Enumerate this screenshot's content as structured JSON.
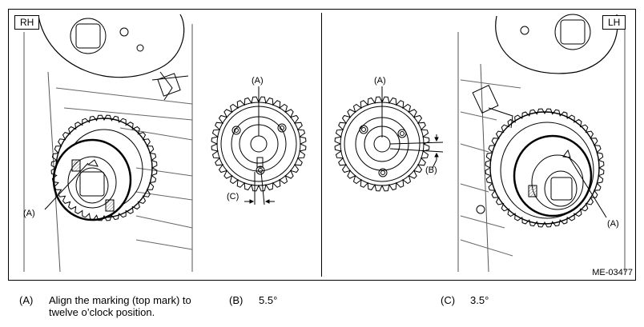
{
  "panels": {
    "left_tag": "RH",
    "right_tag": "LH",
    "figure_code": "ME-03477"
  },
  "callouts": {
    "a": "(A)",
    "b": "(B)",
    "c": "(C)"
  },
  "legend": [
    {
      "key": "(A)",
      "text_line1": "Align the marking (top mark) to",
      "text_line2": "twelve o’clock position."
    },
    {
      "key": "(B)",
      "text_line1": "5.5°"
    },
    {
      "key": "(C)",
      "text_line1": "3.5°"
    }
  ]
}
